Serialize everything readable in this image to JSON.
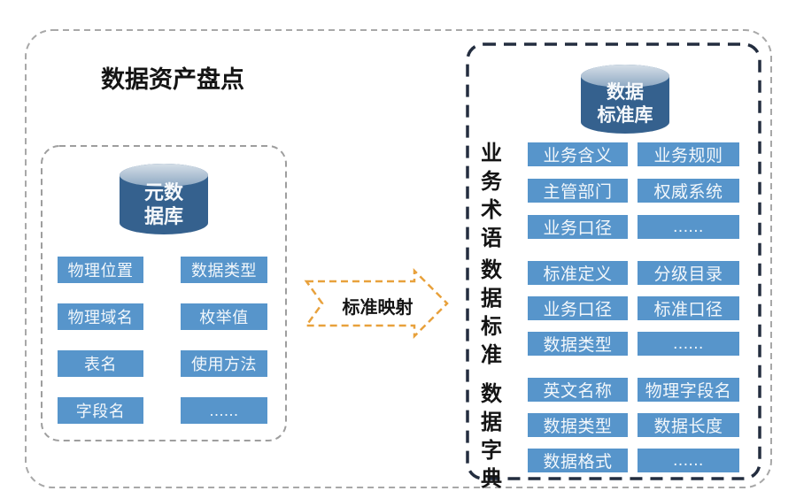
{
  "title": "数据资产盘点",
  "arrow": {
    "label": "标准映射"
  },
  "left_panel": {
    "cylinder": {
      "line1": "元数",
      "line2": "据库"
    },
    "items": [
      "物理位置",
      "数据类型",
      "物理域名",
      "枚举值",
      "表名",
      "使用方法",
      "字段名",
      "......"
    ]
  },
  "right_panel": {
    "cylinder": {
      "line1": "数据",
      "line2": "标准库"
    },
    "groups": [
      {
        "label": "业务术语",
        "items": [
          "业务含义",
          "业务规则",
          "主管部门",
          "权威系统",
          "业务口径",
          "......"
        ]
      },
      {
        "label": "数据标准",
        "items": [
          "标准定义",
          "分级目录",
          "业务口径",
          "标准口径",
          "数据类型",
          "......"
        ]
      },
      {
        "label": "数据字典",
        "items": [
          "英文名称",
          "物理字段名",
          "数据类型",
          "数据长度",
          "数据格式",
          "......"
        ]
      }
    ]
  },
  "colors": {
    "chip_blue": "#5795CB",
    "cylinder_body": "#35618E",
    "cylinder_top_light": "#D6DFE8",
    "arrow_orange": "#E8A13C",
    "outer_border_gray": "#A8A8A8",
    "left_border_gray": "#9E9E9E",
    "right_border_navy": "#232D3F"
  }
}
